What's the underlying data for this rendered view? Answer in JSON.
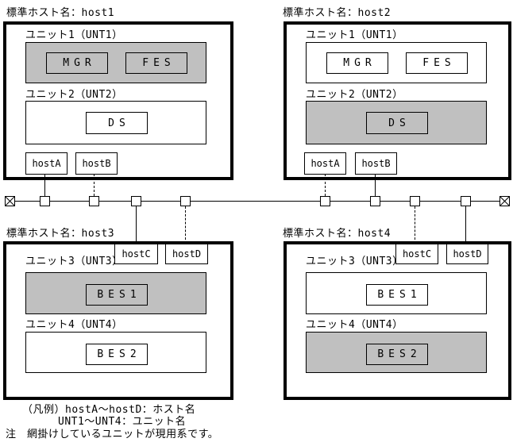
{
  "colors": {
    "shaded_fill": "#c0c0c0",
    "line": "#000000",
    "background": "#ffffff"
  },
  "hosts": [
    {
      "title": "標準ホスト名：host1",
      "units": [
        {
          "label": "ユニット1（UNT1）",
          "shaded": true,
          "servers": [
            {
              "name": "MGR"
            },
            {
              "name": "FES"
            }
          ]
        },
        {
          "label": "ユニット2（UNT2）",
          "shaded": false,
          "servers": [
            {
              "name": "DS"
            }
          ]
        }
      ],
      "host_labels": [
        {
          "name": "hostA",
          "link": "solid"
        },
        {
          "name": "hostB",
          "link": "dashed"
        }
      ]
    },
    {
      "title": "標準ホスト名：host2",
      "units": [
        {
          "label": "ユニット1（UNT1）",
          "shaded": false,
          "servers": [
            {
              "name": "MGR"
            },
            {
              "name": "FES"
            }
          ]
        },
        {
          "label": "ユニット2（UNT2）",
          "shaded": true,
          "servers": [
            {
              "name": "DS"
            }
          ]
        }
      ],
      "host_labels": [
        {
          "name": "hostA",
          "link": "dashed"
        },
        {
          "name": "hostB",
          "link": "solid"
        }
      ]
    },
    {
      "title": "標準ホスト名：host3",
      "units": [
        {
          "label": "ユニット3（UNT3）",
          "shaded": true,
          "servers": [
            {
              "name": "BES1"
            }
          ]
        },
        {
          "label": "ユニット4（UNT4）",
          "shaded": false,
          "servers": [
            {
              "name": "BES2"
            }
          ]
        }
      ],
      "host_labels": [
        {
          "name": "hostC",
          "link": "solid"
        },
        {
          "name": "hostD",
          "link": "dashed"
        }
      ]
    },
    {
      "title": "標準ホスト名：host4",
      "units": [
        {
          "label": "ユニット3（UNT3）",
          "shaded": false,
          "servers": [
            {
              "name": "BES1"
            }
          ]
        },
        {
          "label": "ユニット4（UNT4）",
          "shaded": true,
          "servers": [
            {
              "name": "BES2"
            }
          ]
        }
      ],
      "host_labels": [
        {
          "name": "hostC",
          "link": "dashed"
        },
        {
          "name": "hostD",
          "link": "solid"
        }
      ]
    }
  ],
  "legend": {
    "line1": "（凡例）hostA～hostD：ホスト名",
    "line2": "UNT1～UNT4：ユニット名",
    "note": "注　網掛けしているユニットが現用系です。"
  }
}
